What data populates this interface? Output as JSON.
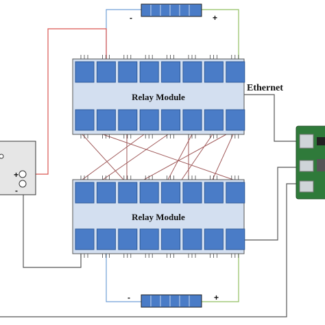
{
  "relay_modules": [
    {
      "label": "Relay Module"
    },
    {
      "label": "Relay Module"
    }
  ],
  "ethernet_label": "Ethernet",
  "top_panel": {
    "minus": "-",
    "plus": "+"
  },
  "bottom_panel": {
    "minus": "-",
    "plus": "+"
  },
  "power_supply": {
    "plus": "+",
    "minus": "-"
  },
  "colors": {
    "module_body": "#d3dff0",
    "relay": "#4a7cc7",
    "relay_edge": "#2e5a99",
    "wire_red": "#d9534f",
    "wire_dark": "#555555",
    "wire_cross": "#a05a5a",
    "wire_green": "#8fbf5f",
    "wire_blue": "#6f9fd6",
    "board": "#2f7a3a"
  }
}
